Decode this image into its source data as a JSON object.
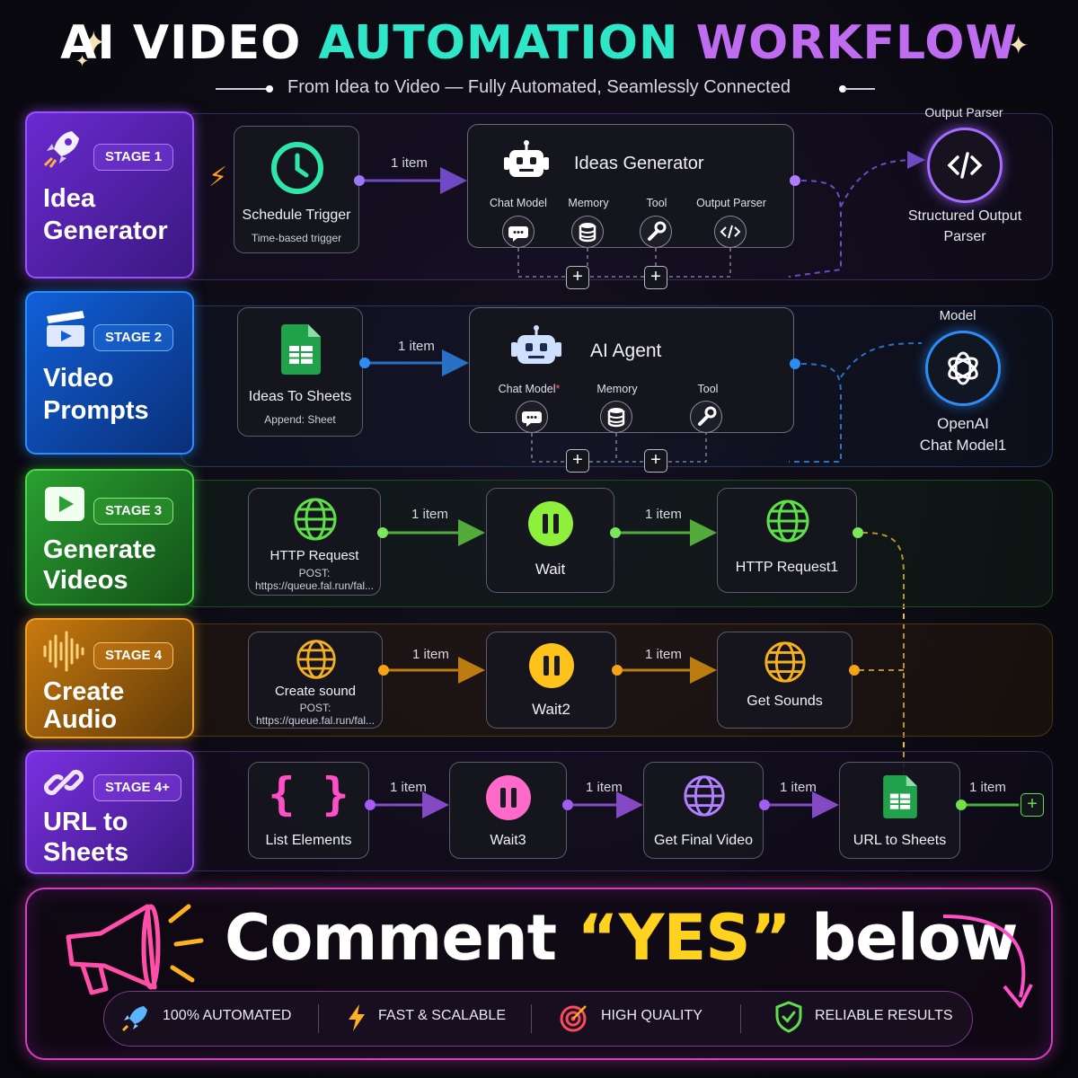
{
  "header": {
    "title_part1": "AI VIDEO",
    "title_part2": "AUTOMATION",
    "title_part3": "WORKFLOW",
    "subtitle": "From Idea to Video — Fully Automated, Seamlessly Connected"
  },
  "colors": {
    "stage1": "#8b3ff0",
    "stage2": "#1e7ff0",
    "stage3": "#3ec23e",
    "stage4": "#f09a10",
    "stage5": "#9a40f0",
    "cta_pink": "#d040c0",
    "yes": "#ffd21f"
  },
  "stages": [
    {
      "badge": "STAGE 1",
      "name_line1": "Idea",
      "name_line2": "Generator",
      "icon": "rocket-icon",
      "trigger": {
        "label": "Schedule Trigger",
        "sub": "Time-based trigger",
        "icon": "clock-icon"
      },
      "edge_label": "1 item",
      "agent": {
        "label": "Ideas Generator",
        "icon": "robot-icon",
        "ports": [
          "Chat Model",
          "Memory",
          "Tool",
          "Output Parser"
        ]
      },
      "side": {
        "top_label": "Output Parser",
        "label_line1": "Structured Output",
        "label_line2": "Parser",
        "icon": "code-icon"
      }
    },
    {
      "badge": "STAGE 2",
      "name_line1": "Video",
      "name_line2": "Prompts",
      "icon": "clapperboard-icon",
      "trigger": {
        "label": "Ideas To Sheets",
        "sub": "Append: Sheet",
        "icon": "sheets-icon"
      },
      "edge_label": "1 item",
      "agent": {
        "label": "AI Agent",
        "icon": "robot-icon",
        "ports": [
          "Chat Model",
          "Memory",
          "Tool"
        ],
        "required_mark": "*"
      },
      "side": {
        "top_label": "Model",
        "label_line1": "OpenAI",
        "label_line2": "Chat Model1",
        "icon": "openai-icon"
      }
    },
    {
      "badge": "STAGE 3",
      "name_line1": "Generate",
      "name_line2": "Videos",
      "icon": "video-play-icon",
      "nodes": [
        {
          "label": "HTTP Request",
          "sub1": "POST:",
          "sub2": "https://queue.fal.run/fal...",
          "icon": "globe-icon"
        },
        {
          "label": "Wait",
          "icon": "pause-icon"
        },
        {
          "label": "HTTP Request1",
          "icon": "globe-icon"
        }
      ],
      "edge_labels": [
        "1 item",
        "1 item"
      ]
    },
    {
      "badge": "STAGE 4",
      "name_line1": "Create",
      "name_line2": "Audio",
      "icon": "sound-wave-icon",
      "nodes": [
        {
          "label": "Create sound",
          "sub1": "POST:",
          "sub2": "https://queue.fal.run/fal...",
          "icon": "globe-icon"
        },
        {
          "label": "Wait2",
          "icon": "pause-icon"
        },
        {
          "label": "Get Sounds",
          "icon": "globe-icon"
        }
      ],
      "edge_labels": [
        "1 item",
        "1 item"
      ]
    },
    {
      "badge": "STAGE 4+",
      "name_line1": "URL to",
      "name_line2": "Sheets",
      "icon": "link-icon",
      "nodes": [
        {
          "label": "List Elements",
          "icon": "braces-icon"
        },
        {
          "label": "Wait3",
          "icon": "pause-icon"
        },
        {
          "label": "Get Final Video",
          "icon": "globe-icon"
        },
        {
          "label": "URL to Sheets",
          "icon": "sheets-icon"
        }
      ],
      "edge_labels": [
        "1 item",
        "1 item",
        "1 item",
        "1 item"
      ]
    }
  ],
  "cta": {
    "before": "Comment",
    "yes": "“YES”",
    "after": "below",
    "features": [
      "100% AUTOMATED",
      "FAST & SCALABLE",
      "HIGH QUALITY",
      "RELIABLE RESULTS"
    ]
  }
}
